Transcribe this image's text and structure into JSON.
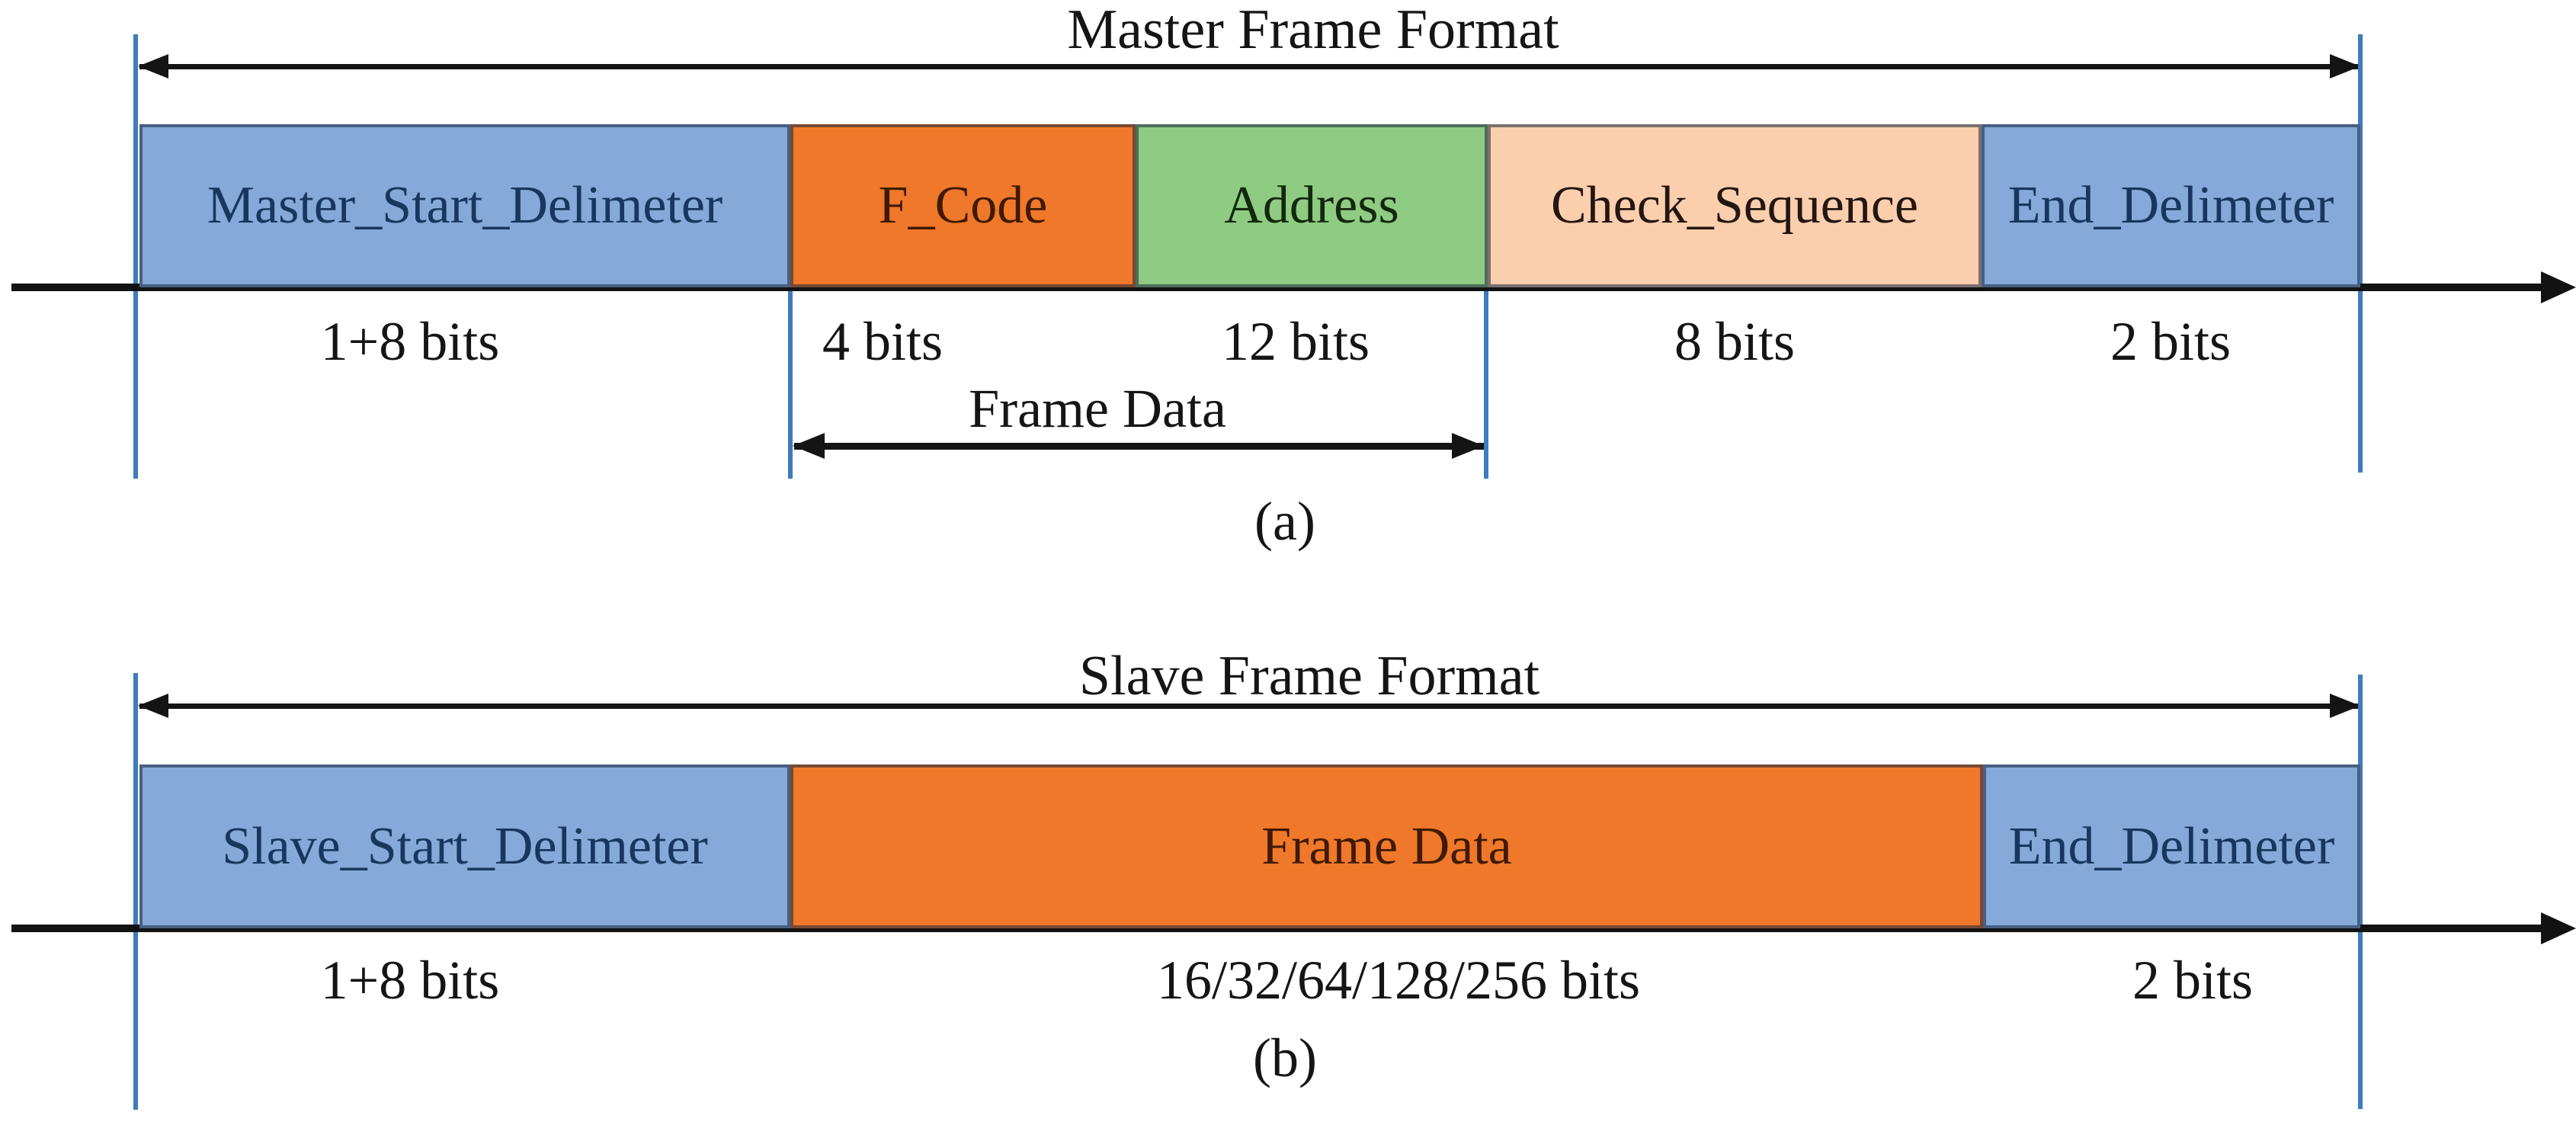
{
  "panel_a": {
    "caption": "(a)",
    "title": "Master Frame Format",
    "frame_data_label": "Frame Data",
    "blocks": [
      {
        "label": "Master_Start_Delimeter",
        "bits": "1+8 bits",
        "color": "#85a9d8"
      },
      {
        "label": "F_Code",
        "bits": "4 bits",
        "color": "#f0782a"
      },
      {
        "label": "Address",
        "bits": "12 bits",
        "color": "#90cb83"
      },
      {
        "label": "Check_Sequence",
        "bits": "8 bits",
        "color": "#fbcfae"
      },
      {
        "label": "End_Delimeter",
        "bits": "2 bits",
        "color": "#85a9d8"
      }
    ]
  },
  "panel_b": {
    "caption": "(b)",
    "title": "Slave Frame Format",
    "blocks": [
      {
        "label": "Slave_Start_Delimeter",
        "bits": "1+8 bits",
        "color": "#85a9d8"
      },
      {
        "label": "Frame Data",
        "bits": "16/32/64/128/256 bits",
        "color": "#f0782a"
      },
      {
        "label": "End_Delimeter",
        "bits": "2 bits",
        "color": "#85a9d8"
      }
    ]
  },
  "colors": {
    "block_blue": "#85a9d8",
    "block_orange": "#f0782a",
    "block_green": "#90cb83",
    "block_peach": "#fbcfae",
    "guide_line_blue": "#3e7bbf",
    "axis_black": "#121212"
  }
}
